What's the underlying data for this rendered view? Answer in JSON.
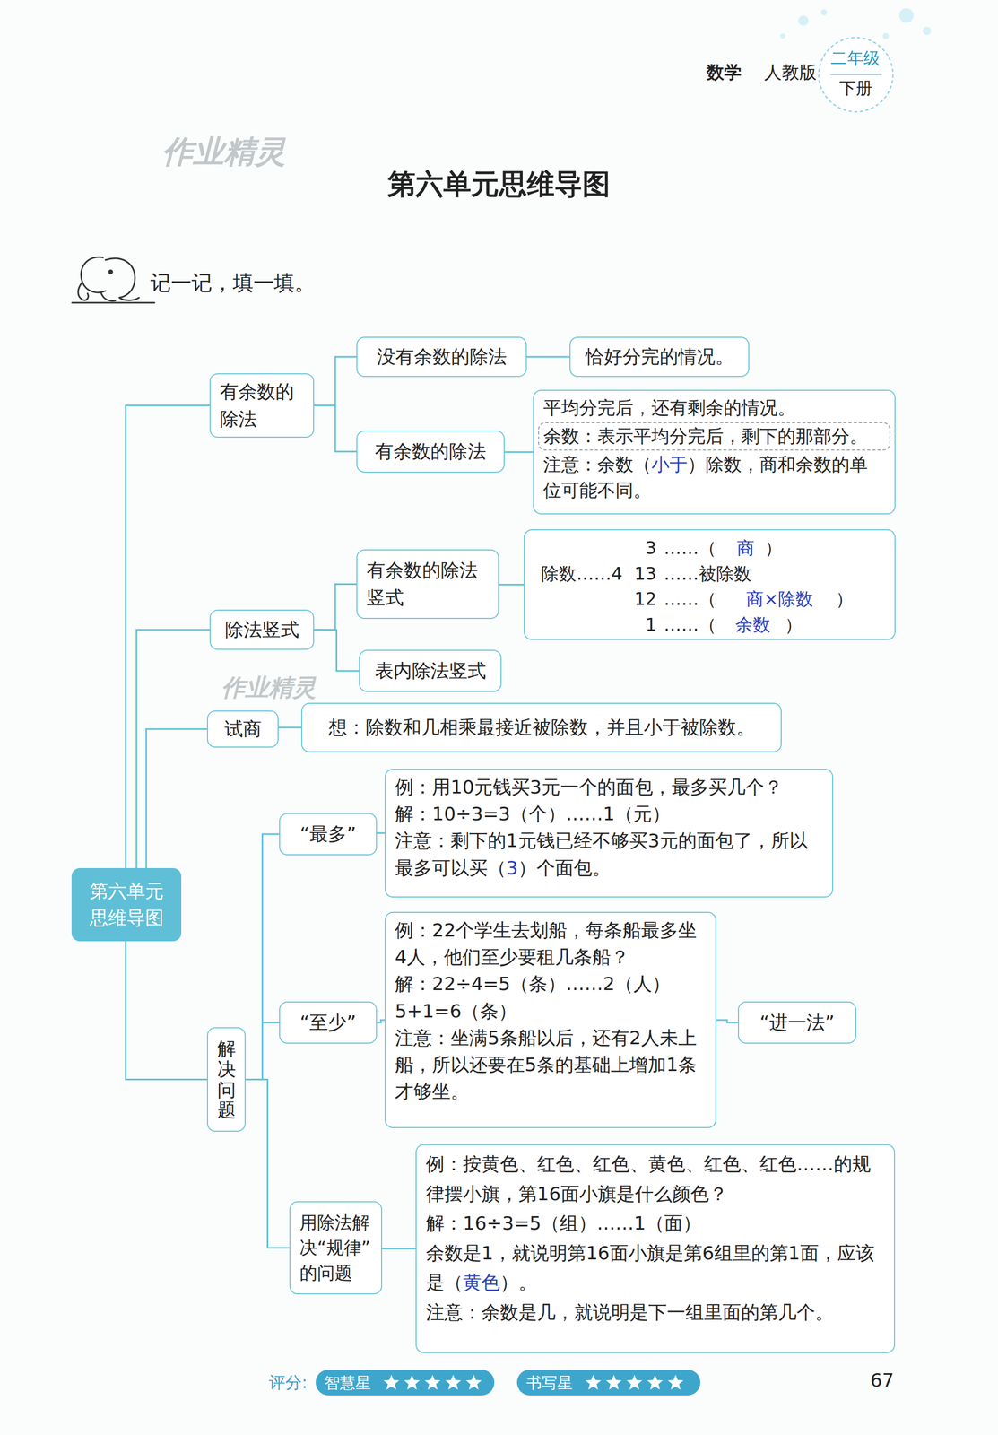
{
  "diagram": {
    "title": "第六单元思维导图",
    "nodes": [
      {
        "text": [
          "第六单元 思维导图"
        ]
      },
      {
        "text": [
          "有余数的除法"
        ]
      },
      {
        "text": [
          "没有余数的除法"
        ]
      },
      {
        "text": [
          "恰好分完的情况。"
        ]
      },
      {
        "text": [
          "有余数的除法"
        ]
      },
      {
        "text": [
          "平均分完后，还有剩余的情况。",
          "注意：余数（",
          "小于",
          "）除数，商和余数的单位可能不同。"
        ]
      },
      {
        "text": [
          "余数：表示平均分完后，剩下的那部分。"
        ],
        "in": 5
      },
      {
        "text": [
          "除法竖式"
        ]
      },
      {
        "text": [
          "有余数的除法竖式"
        ]
      },
      {
        "text": [
          "3",
          "……（",
          "商",
          "）",
          "除数……4",
          "13",
          "……被除数",
          "12",
          "……（",
          "商×除数",
          "）",
          "1",
          "……（",
          "余数",
          "）"
        ]
      },
      {
        "text": [
          "表内除法竖式"
        ]
      },
      {
        "text": [
          "试商"
        ]
      },
      {
        "text": [
          "想：除数和几相乘最接近被除数，并且小于被除数。"
        ]
      },
      {
        "text": [
          "解决问题"
        ]
      },
      {
        "text": [
          "“最多”"
        ]
      },
      {
        "text": [
          "例：用10元钱买3元一个的面包，最多买几个？",
          "解：10÷3=3（个）……1（元）",
          "注意：剩下的1元钱已经不够买3元的面包了，所以最多可以买（",
          "3",
          "）个面包。"
        ]
      },
      {
        "text": [
          "“至少”"
        ]
      },
      {
        "text": [
          "例：22个学生去划船，每条船最多坐4人，他们至少要租几条船？",
          "解：22÷4=5（条）……2（人）",
          "5+1=6（条）",
          "注意：坐满5条船以后，还有2人未上船，所以还要在5条的基础上增加1条才够坐。"
        ]
      },
      {
        "text": [
          "“进一法”"
        ]
      },
      {
        "text": [
          "用除法解决“规律”的问题"
        ]
      },
      {
        "text": [
          "例：按黄色、红色、红色、黄色、红色、红色……的规律摆小旗，第16面小旗是什么颜色？",
          "解：16÷3=5（组）……1（面）",
          "余数是1，就说明第16面小旗是第6组里的第1面，应该是（",
          "黄色",
          "）。",
          "注意：余数是几，就说明是下一组里面的第几个。"
        ]
      }
    ],
    "edges": [
      {
        "from": 0,
        "to": 1,
        "arrow": "none"
      },
      {
        "from": 0,
        "to": 7,
        "arrow": "none"
      },
      {
        "from": 0,
        "to": 11,
        "arrow": "none"
      },
      {
        "from": 0,
        "to": 13,
        "arrow": "none"
      },
      {
        "from": 1,
        "to": 2,
        "arrow": "none"
      },
      {
        "from": 1,
        "to": 4,
        "arrow": "none"
      },
      {
        "from": 2,
        "to": 3,
        "arrow": "none"
      },
      {
        "from": 4,
        "to": 5,
        "arrow": "none"
      },
      {
        "from": 7,
        "to": 8,
        "arrow": "none"
      },
      {
        "from": 7,
        "to": 10,
        "arrow": "none"
      },
      {
        "from": 8,
        "to": 9,
        "arrow": "none"
      },
      {
        "from": 11,
        "to": 12,
        "arrow": "none"
      },
      {
        "from": 13,
        "to": 14,
        "arrow": "none"
      },
      {
        "from": 13,
        "to": 16,
        "arrow": "none"
      },
      {
        "from": 13,
        "to": 19,
        "arrow": "none"
      },
      {
        "from": 14,
        "to": 15,
        "arrow": "none"
      },
      {
        "from": 16,
        "to": 17,
        "arrow": "none"
      },
      {
        "from": 17,
        "to": 18,
        "arrow": "none"
      },
      {
        "from": 19,
        "to": 20,
        "arrow": "none"
      }
    ],
    "labels": [
      "数学",
      "人教版",
      "二年级",
      "下册",
      "作业精灵",
      "记一记，填一填。",
      "作业精灵",
      "评分:",
      "智慧星",
      "书写星",
      "67"
    ]
  }
}
